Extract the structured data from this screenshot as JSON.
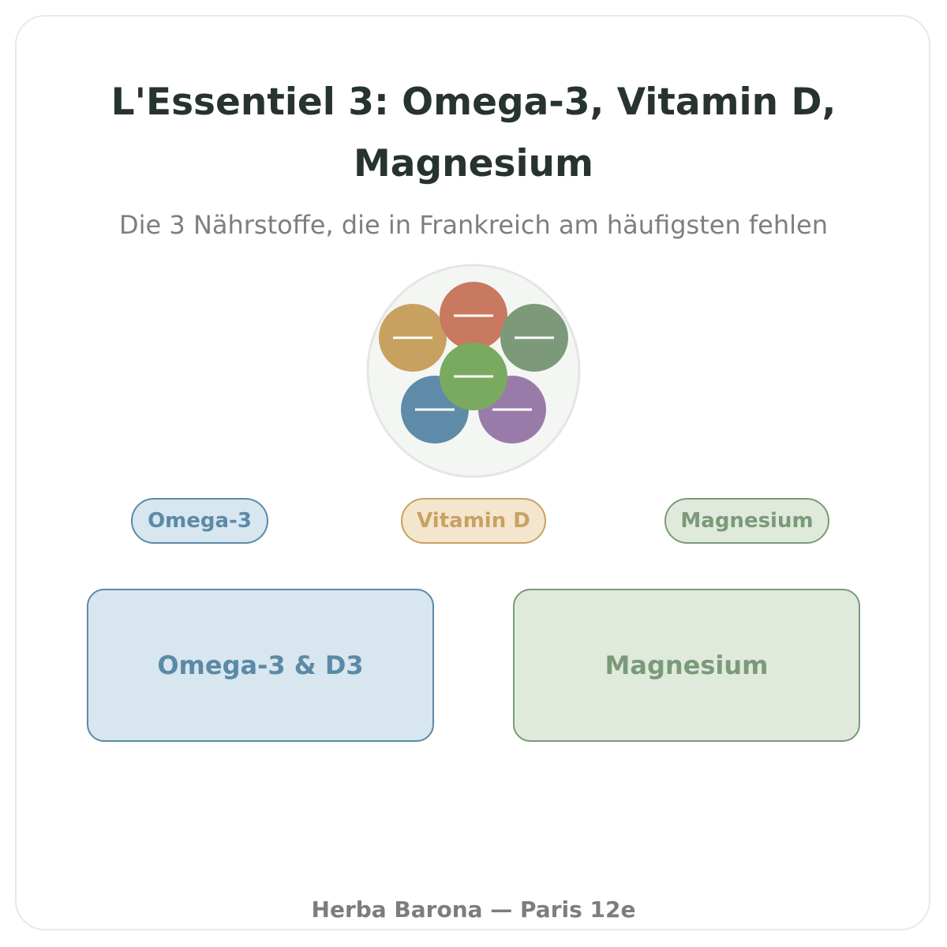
{
  "header": {
    "title_line1": "L'Essentiel 3: Omega-3, Vitamin D,",
    "title_line2": "Magnesium",
    "subtitle": "Die 3 Nährstoffe, die in Frankreich am häufigsten fehlen"
  },
  "pill_tray": {
    "icon": "supplement-pills-icon",
    "pill_colors": [
      "#c8a160",
      "#c8795f",
      "#7c9a7a",
      "#5e8ca8",
      "#997ba9",
      "#7aaa60"
    ]
  },
  "tags": [
    {
      "label": "Omega-3"
    },
    {
      "label": "Vitamin D"
    },
    {
      "label": "Magnesium"
    }
  ],
  "cards": [
    {
      "label": "Omega-3 & D3"
    },
    {
      "label": "Magnesium"
    }
  ],
  "footer": {
    "text": "Herba Barona — Paris 12e"
  }
}
